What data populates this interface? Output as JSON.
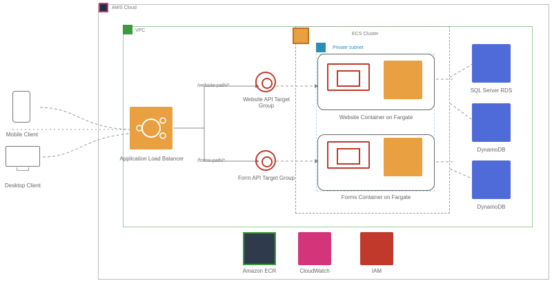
{
  "groups": {
    "aws_cloud": "AWS Cloud",
    "vpc": "VPC",
    "ecs_cluster": "ECS Cluster",
    "subnet": "Private subnet"
  },
  "clients": {
    "mobile": "Mobile Client",
    "desktop": "Desktop Client"
  },
  "alb": "Application Load Balancer",
  "routes": {
    "website": "/website-path/*",
    "forms": "/forms-path/*"
  },
  "target_groups": {
    "website": "Website API Target Group",
    "forms": "Form API Target Group"
  },
  "services": {
    "website": "Website Container on Fargate",
    "forms": "Forms Container on Fargate"
  },
  "data_stores": {
    "rds": "SQL Server RDS",
    "dynamodb_1": "DynamoDB",
    "dynamodb_2": "DynamoDB"
  },
  "bottom_services": {
    "cloudwatch": "CloudWatch",
    "iam": "IAM",
    "ecr": "Amazon ECR"
  },
  "colors": {
    "orange": "#e8a040",
    "blue": "#4f6bd8",
    "pink": "#d4347a",
    "red": "#c0392b",
    "green": "#3d9a3d"
  }
}
